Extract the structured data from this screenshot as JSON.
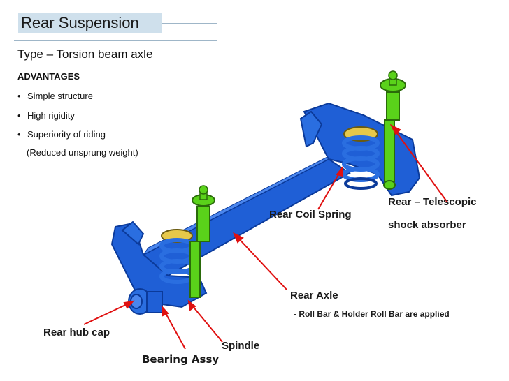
{
  "title": "Rear Suspension",
  "type_line": "Type – Torsion beam axle",
  "advantages": {
    "heading": "ADVANTAGES",
    "items": [
      "Simple structure",
      "High rigidity",
      "Superiority of riding"
    ],
    "sub_note": "(Reduced unsprung weight)"
  },
  "labels": {
    "shock_line1": "Rear – Telescopic",
    "shock_line2": "shock absorber",
    "coil_spring": "Rear Coil Spring",
    "rear_axle": "Rear Axle",
    "axle_note": "- Roll Bar & Holder Roll Bar are applied",
    "hub_cap": "Rear hub cap",
    "spindle": "Spindle",
    "bearing": "Bearing Assy"
  },
  "colors": {
    "axle_blue": "#1f5fd6",
    "shock_green": "#5ad21a",
    "spring_blue": "#2a6ee0",
    "spring_seat_yellow": "#e6c84a",
    "leader_red": "#e01010"
  }
}
